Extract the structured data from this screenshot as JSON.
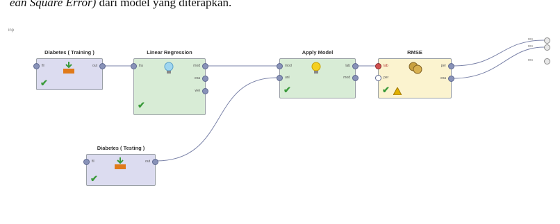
{
  "caption": {
    "italic_part": "ean Square Error)",
    "rest": " dari model yang diterapkan."
  },
  "process": {
    "input_label": "inp",
    "operators": {
      "training": {
        "title": "Diabetes ( Training )",
        "ports_in": [
          "fil"
        ],
        "ports_out": [
          "out"
        ],
        "icon": "read-excel-icon",
        "status": "ok"
      },
      "linear_regression": {
        "title": "Linear Regression",
        "ports_in": [
          "tra"
        ],
        "ports_out": [
          "mod",
          "exa",
          "wei"
        ],
        "icon": "lightbulb-icon",
        "status": "ok"
      },
      "apply_model": {
        "title": "Apply Model",
        "ports_in": [
          "mod",
          "unl"
        ],
        "ports_out": [
          "lab",
          "mod"
        ],
        "icon": "lightbulb-apply-icon",
        "status": "ok"
      },
      "rmse": {
        "title": "RMSE",
        "ports_in": [
          "lab",
          "per"
        ],
        "ports_out": [
          "per",
          "exa"
        ],
        "icon": "performance-icon",
        "status": "warning"
      },
      "testing": {
        "title": "Diabetes ( Testing )",
        "ports_in": [
          "fil"
        ],
        "ports_out": [
          "out"
        ],
        "icon": "read-excel-icon",
        "status": "ok"
      }
    },
    "result_ports": [
      "res",
      "res",
      "res"
    ]
  },
  "colors": {
    "wire": "#7a82a8",
    "ok": "#3a9a3a",
    "warning": "#e0b000"
  }
}
